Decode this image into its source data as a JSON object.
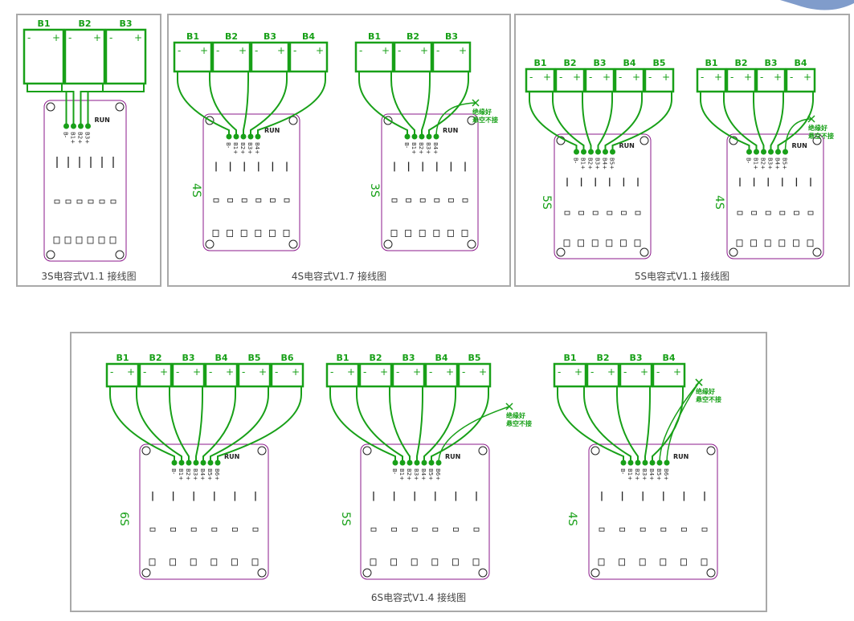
{
  "panels": {
    "p3s": {
      "caption": "3S电容式V1.1 接线图"
    },
    "p4s": {
      "caption": "4S电容式V1.7 接线图"
    },
    "p5s": {
      "caption": "5S电容式V1.1 接线图"
    },
    "p6s": {
      "caption": "6S电容式V1.4 接线图"
    }
  },
  "note_lines": [
    "绝缘好",
    "悬空不接"
  ],
  "run_label": "RUN",
  "colors": {
    "trace": "#18a018",
    "board_outline": "#8b1a8b",
    "panel_border": "#a9a9a9",
    "silk": "#222222"
  },
  "diagrams": [
    {
      "id": "3s-v1.1",
      "batteries": [
        "B1",
        "B2",
        "B3"
      ],
      "pads": [
        "B-",
        "B1+",
        "B2+",
        "B3+"
      ],
      "cell_label": "",
      "note": false
    },
    {
      "id": "4s-v1.7-4cells",
      "batteries": [
        "B1",
        "B2",
        "B3",
        "B4"
      ],
      "pads": [
        "B-",
        "B1+",
        "B2+",
        "B3+",
        "B4+"
      ],
      "cell_label": "4S",
      "note": false
    },
    {
      "id": "4s-v1.7-3cells",
      "batteries": [
        "B1",
        "B2",
        "B3"
      ],
      "pads": [
        "B-",
        "B1+",
        "B2+",
        "B3+",
        "B4+"
      ],
      "cell_label": "3S",
      "note": true
    },
    {
      "id": "5s-v1.1-5cells",
      "batteries": [
        "B1",
        "B2",
        "B3",
        "B4",
        "B5"
      ],
      "pads": [
        "B-",
        "B1+",
        "B2+",
        "B3+",
        "B4+",
        "B5+"
      ],
      "cell_label": "5S",
      "note": false
    },
    {
      "id": "5s-v1.1-4cells",
      "batteries": [
        "B1",
        "B2",
        "B3",
        "B4"
      ],
      "pads": [
        "B-",
        "B1+",
        "B2+",
        "B3+",
        "B4+",
        "B5+"
      ],
      "cell_label": "4S",
      "note": true
    },
    {
      "id": "6s-v1.4-6cells",
      "batteries": [
        "B1",
        "B2",
        "B3",
        "B4",
        "B5",
        "B6"
      ],
      "pads": [
        "B-",
        "B1+",
        "B2+",
        "B3+",
        "B4+",
        "B5+",
        "B6+"
      ],
      "cell_label": "6S",
      "note": false
    },
    {
      "id": "6s-v1.4-5cells",
      "batteries": [
        "B1",
        "B2",
        "B3",
        "B4",
        "B5"
      ],
      "pads": [
        "B-",
        "B1+",
        "B2+",
        "B3+",
        "B4+",
        "B5+",
        "B6+"
      ],
      "cell_label": "5S",
      "note": true
    },
    {
      "id": "6s-v1.4-4cells",
      "batteries": [
        "B1",
        "B2",
        "B3",
        "B4"
      ],
      "pads": [
        "B-",
        "B1+",
        "B2+",
        "B3+",
        "B4+",
        "B5+",
        "B6+"
      ],
      "cell_label": "4S",
      "note": true
    }
  ],
  "terminal_minus": "-",
  "terminal_plus": "+"
}
